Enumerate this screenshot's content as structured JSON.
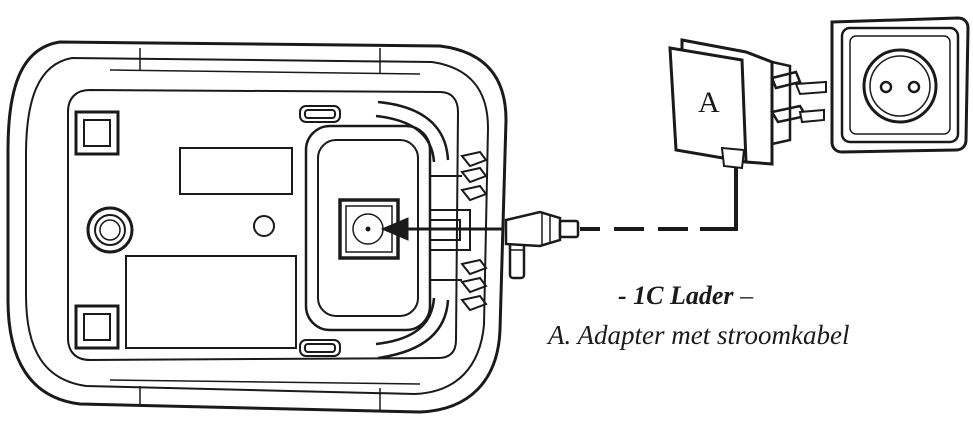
{
  "diagram": {
    "adapter_label": "A",
    "caption": {
      "prefix": "- ",
      "title": "1C Lader",
      "suffix": "  –",
      "subtitle": "A. Adapter met stroomkabel"
    },
    "colors": {
      "stroke": "#1a1a1a",
      "background": "#ffffff"
    }
  }
}
